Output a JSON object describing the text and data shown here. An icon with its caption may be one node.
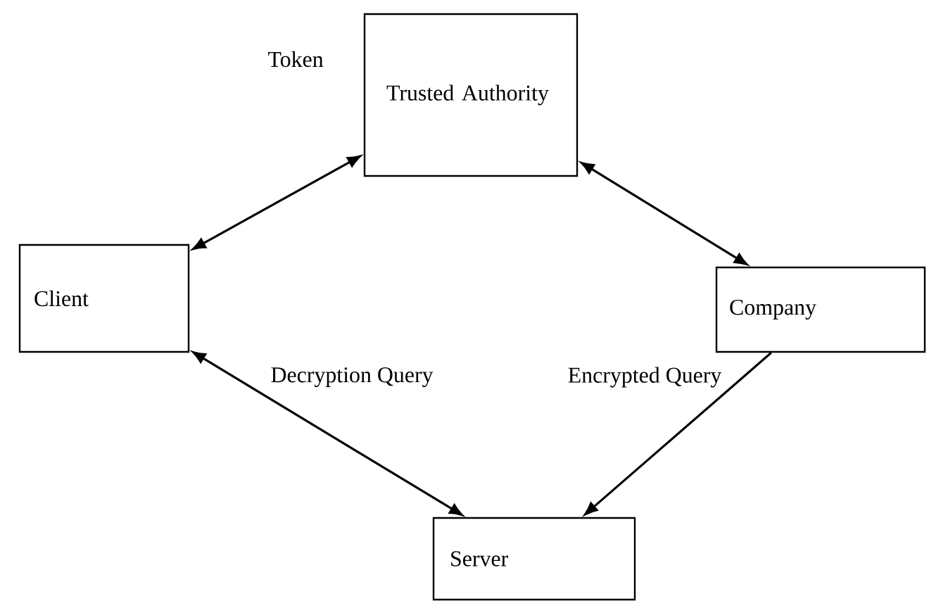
{
  "diagram": {
    "nodes": [
      {
        "text": [
          "Trusted Authority"
        ]
      },
      {
        "text": [
          "Client"
        ]
      },
      {
        "text": [
          "Company"
        ]
      },
      {
        "text": [
          "Server"
        ]
      }
    ],
    "edges": [
      {
        "from": 1,
        "to": 0,
        "arrow": "both",
        "label": "Token"
      },
      {
        "from": 0,
        "to": 2,
        "arrow": "both"
      },
      {
        "from": 1,
        "to": 3,
        "arrow": "both",
        "label": "Decryption Query"
      },
      {
        "from": 2,
        "to": 3,
        "arrow": "to",
        "label": "Encrypted Query"
      }
    ]
  }
}
